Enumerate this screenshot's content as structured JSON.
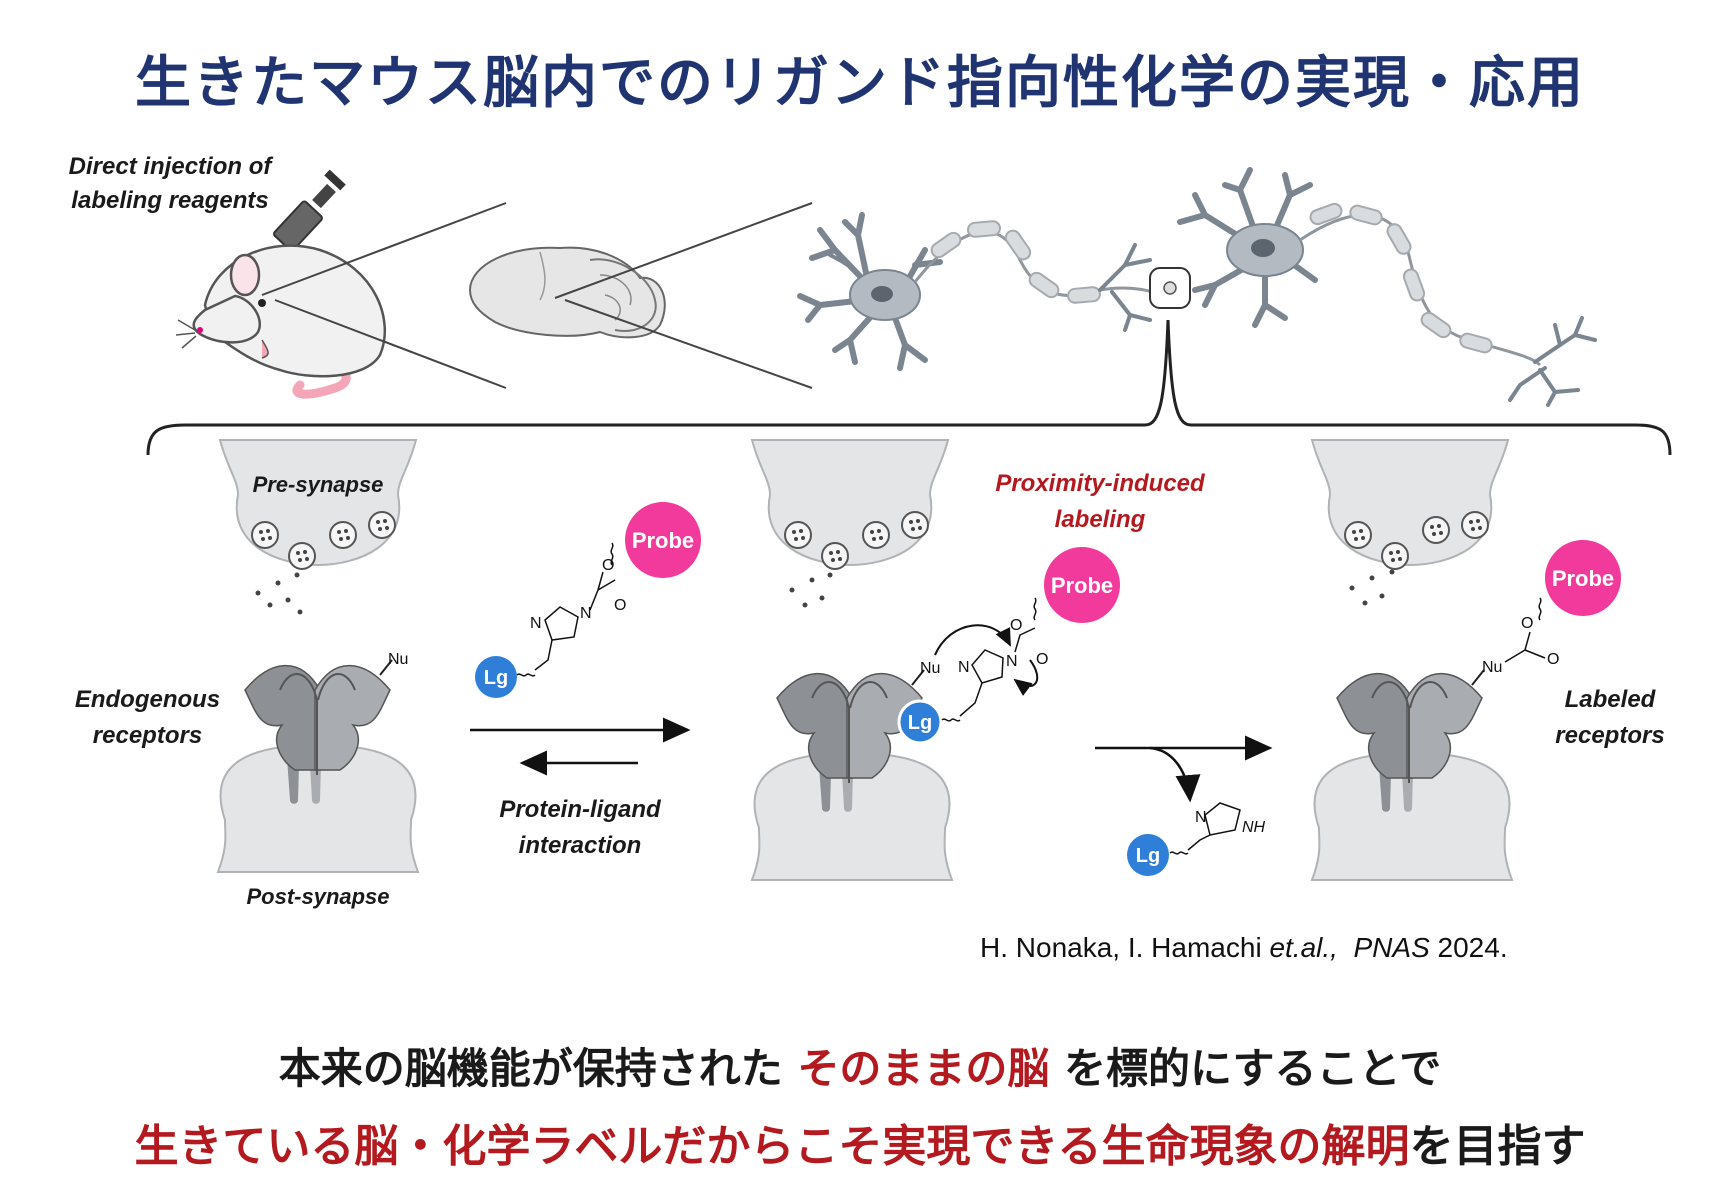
{
  "title": "生きたマウス脳内でのリガンド指向性化学の実現・応用",
  "labels": {
    "injection_line1": "Direct injection of",
    "injection_line2": "labeling reagents",
    "pre_synapse": "Pre-synapse",
    "post_synapse": "Post-synapse",
    "endogenous_line1": "Endogenous",
    "endogenous_line2": "receptors",
    "interaction_line1": "Protein-ligand",
    "interaction_line2": "interaction",
    "proximity_line1": "Proximity-induced",
    "proximity_line2": "labeling",
    "labeled_line1": "Labeled",
    "labeled_line2": "receptors"
  },
  "chem": {
    "probe": "Probe",
    "ligand": "Lg",
    "nu": "Nu",
    "n": "N",
    "o": "O",
    "nh": "NH"
  },
  "citation": {
    "authors": "H. Nonaka, I. Hamachi",
    "etal": "et.al.,",
    "journal": "PNAS",
    "year": "2024."
  },
  "bottom": {
    "line1_a": "本来の脳機能が保持された",
    "line1_b": "そのままの脳",
    "line1_c": "を標的にすることで",
    "line2_a": "生きている脳・化学ラベルだからこそ実現できる生命現象の解明",
    "line2_b": "を目指す"
  },
  "colors": {
    "title": "#1f3470",
    "accent_red": "#b3191f",
    "probe": "#f2399c",
    "ligand": "#2f7fd8",
    "tissue": "#e4e5e7"
  }
}
